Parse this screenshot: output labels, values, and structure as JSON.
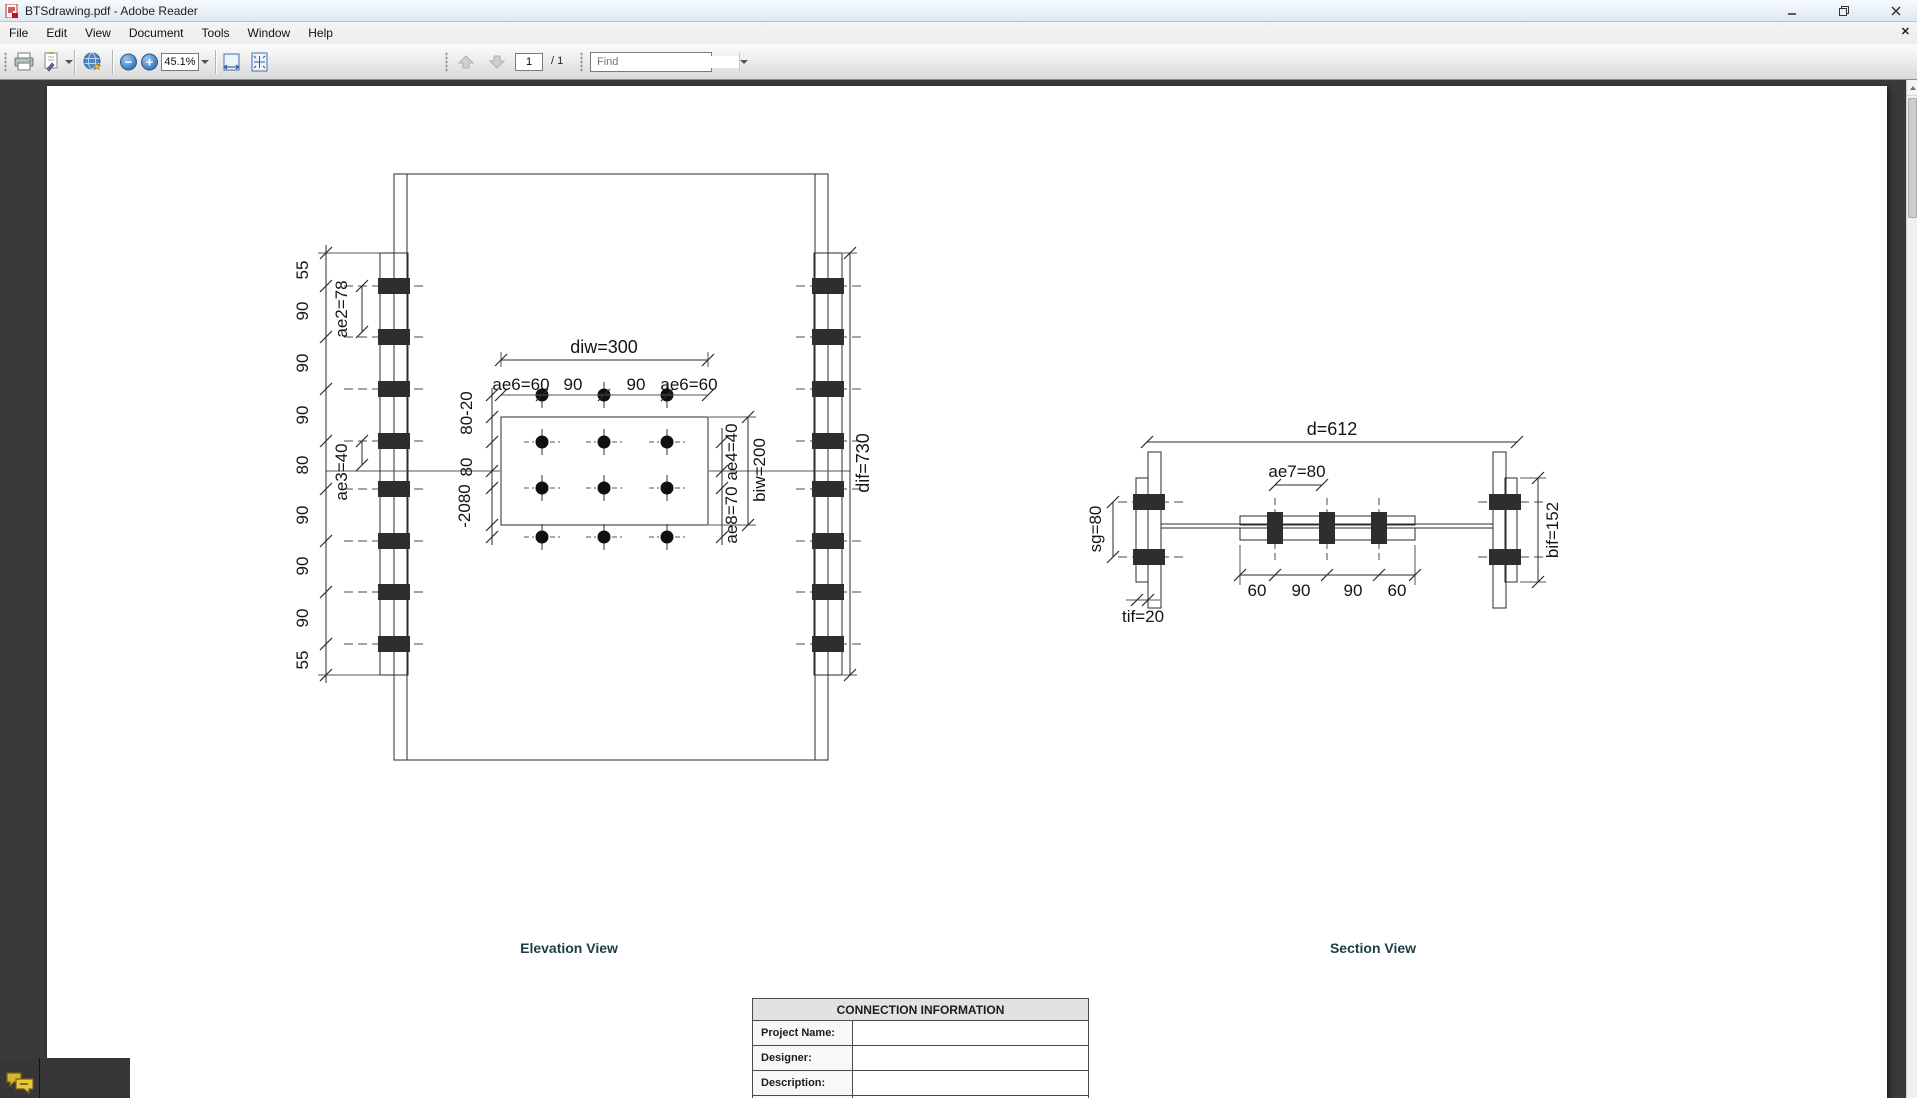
{
  "window": {
    "title": "BTSdrawing.pdf - Adobe Reader"
  },
  "menu": {
    "items": [
      {
        "label": "File"
      },
      {
        "label": "Edit"
      },
      {
        "label": "View"
      },
      {
        "label": "Document"
      },
      {
        "label": "Tools"
      },
      {
        "label": "Window"
      },
      {
        "label": "Help"
      }
    ]
  },
  "toolbar": {
    "zoom_level": "45.1%",
    "page_current": "1",
    "page_total": "/ 1",
    "find_placeholder": "Find"
  },
  "drawing": {
    "elevation": {
      "title": "Elevation View",
      "dim_diw": "diw=300",
      "top_chain": [
        "ae6=60",
        "90",
        "90",
        "ae6=60"
      ],
      "left_chain": [
        "55",
        "90",
        "90",
        "90",
        "80",
        "90",
        "90",
        "90",
        "55"
      ],
      "dim_ae2": "ae2=78",
      "dim_ae3": "ae3=40",
      "plate_chain": [
        "80-20",
        "80",
        "-2080"
      ],
      "dim_ae4": "ae4=40",
      "dim_ae8": "ae8=70",
      "dim_biw": "biw=200",
      "dim_dif": "dif=730"
    },
    "section": {
      "title": "Section View",
      "dim_d": "d=612",
      "dim_ae7": "ae7=80",
      "dim_sg": "sg=80",
      "dim_tif": "tif=20",
      "dim_bif": "bif=152",
      "bottom_chain": [
        "60",
        "90",
        "90",
        "60"
      ]
    }
  },
  "info_table": {
    "title": "CONNECTION INFORMATION",
    "rows": [
      {
        "label": "Project Name:",
        "value": ""
      },
      {
        "label": "Designer:",
        "value": ""
      },
      {
        "label": "Description:",
        "value": ""
      }
    ]
  },
  "colors": {
    "view_title": "#1d3d42",
    "bolt_band": "#2e2e30",
    "canvas_bg": "#3a3a3c",
    "zoom_button_blue": "#3d7fbf",
    "comments_icon_yellow": "#e8c83a"
  }
}
